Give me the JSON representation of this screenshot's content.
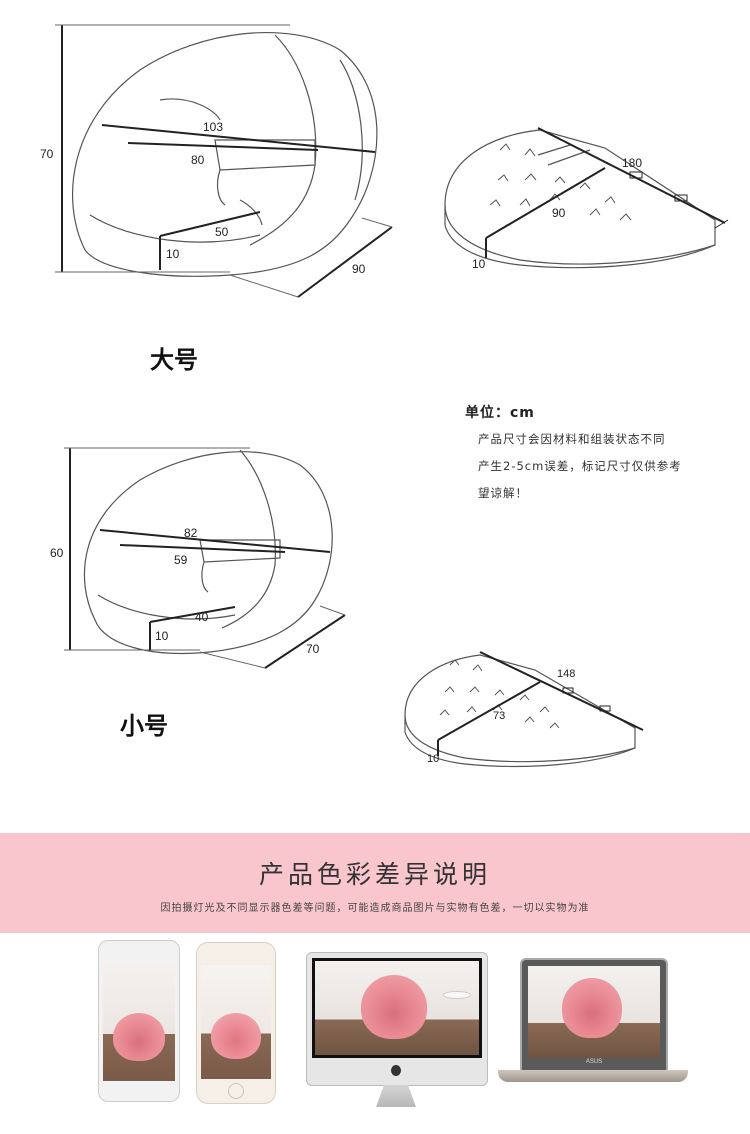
{
  "large": {
    "label": "大号",
    "chair": {
      "height": "70",
      "width": "103",
      "inner_width": "80",
      "seat_depth": "50",
      "base_thickness": "10",
      "depth": "90"
    },
    "cushion": {
      "length": "180",
      "width": "90",
      "thickness": "10"
    }
  },
  "small": {
    "label": "小号",
    "chair": {
      "height": "60",
      "width": "82",
      "inner_width": "59",
      "seat_depth": "40",
      "base_thickness": "10",
      "depth": "70"
    },
    "cushion": {
      "length": "148",
      "width": "73",
      "thickness": "10"
    }
  },
  "notes": {
    "unit": "单位：cm",
    "lines": [
      "产品尺寸会因材料和组装状态不同",
      "产生2-5cm误差，标记尺寸仅供参考",
      "望谅解！"
    ]
  },
  "banner": {
    "title": "产品色彩差异说明",
    "subtitle": "因拍摄灯光及不同显示器色差等问题，可能造成商品图片与实物有色差，一切以实物为准"
  },
  "devices": {
    "laptop_brand": "ASUS",
    "colors": {
      "chair_pink": "#e98a93",
      "banner_pink": "#f8c6cc",
      "floor": "#8a6a55"
    }
  }
}
